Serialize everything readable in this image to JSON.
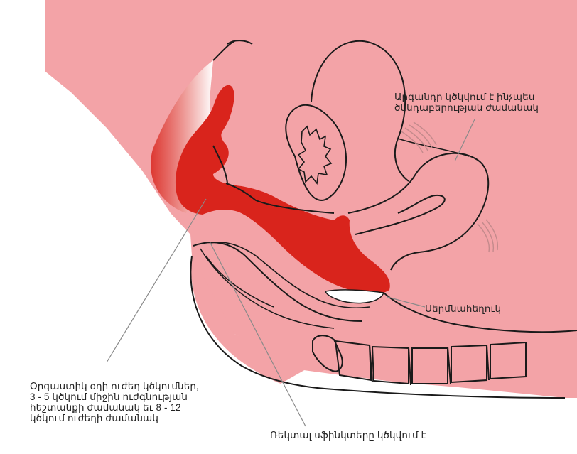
{
  "labels": {
    "uterus_contraction": [
      "Արգանդը կծկվում է ինչպես",
      "ծննդաբերության ժամանակ"
    ],
    "semen": "Սերմնահեղուկ",
    "orgasmic_platform": [
      "Օրգաստիկ օղի ուժեղ կծկումներ,",
      "3 - 5 կծկում միջին ուժգնության",
      "հեշտանքի ժամանակ եւ 8 - 12",
      "կծկում ուժեղի ժամանակ"
    ],
    "rectal_sphincter": "Ռեկտալ սֆինկտերը կծկվում է"
  },
  "colors": {
    "body_pink": "#f3a3a7",
    "tissue_red": "#d9241c",
    "outline": "#1a1a1a",
    "leader": "#8a8a8a",
    "white": "#ffffff"
  }
}
